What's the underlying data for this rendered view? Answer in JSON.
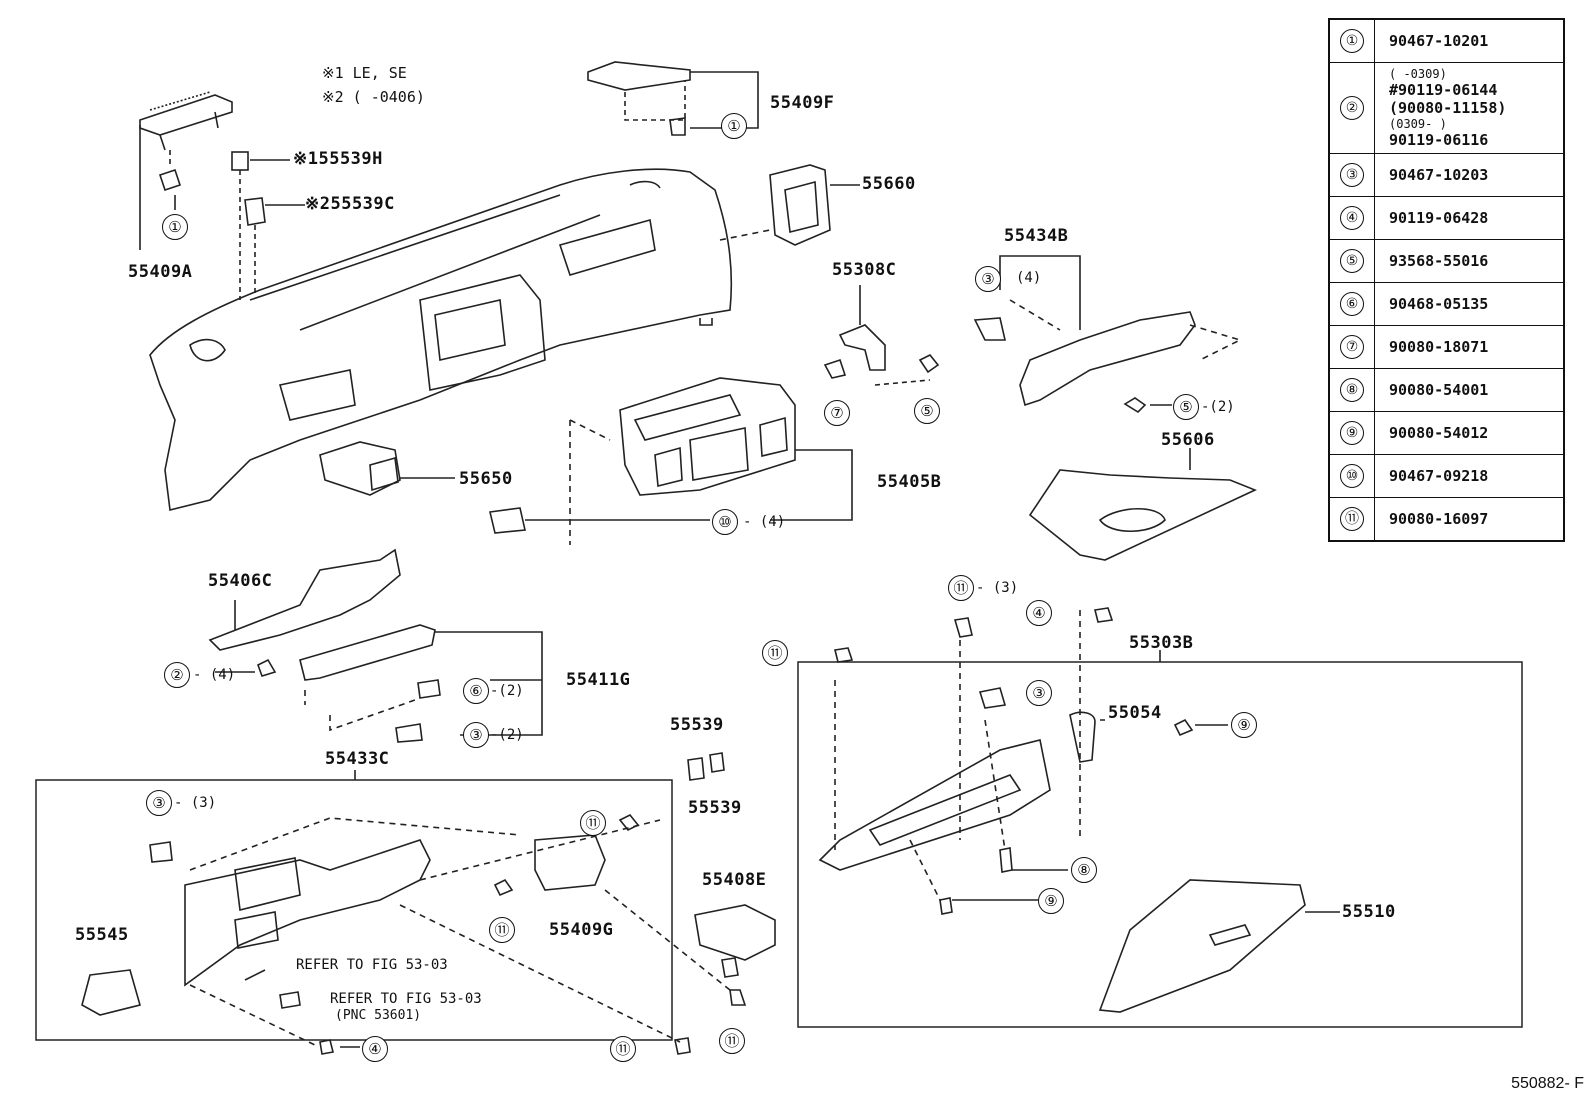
{
  "notes": {
    "note1": "※1 LE, SE",
    "note2": "※2 (      -0406)"
  },
  "part_labels": {
    "p55409F": "55409F",
    "p55539H": "※155539H",
    "p55539C": "※255539C",
    "p55409A": "55409A",
    "p55660": "55660",
    "p55434B": "55434B",
    "p55308C": "55308C",
    "p55606": "55606",
    "p55650": "55650",
    "p55405B": "55405B",
    "p55406C": "55406C",
    "p55411G": "55411G",
    "p55303B": "55303B",
    "p55054": "55054",
    "p55539a": "55539",
    "p55539b": "55539",
    "p55433C": "55433C",
    "p55545": "55545",
    "p55409G": "55409G",
    "p55408E": "55408E",
    "p55510": "55510"
  },
  "refs": {
    "ref1": "REFER TO FIG 53-03",
    "ref2": "REFER TO FIG 53-03",
    "ref2_sub": "(PNC 53601)"
  },
  "callouts": {
    "c1a": "①",
    "c1b": "①",
    "c2": "②",
    "c3a": "③",
    "c3b": "③",
    "c3c": "③",
    "c3d": "③",
    "c4a": "④",
    "c4b": "④",
    "c5a": "⑤",
    "c5b": "⑤",
    "c6": "⑥",
    "c7": "⑦",
    "c8": "⑧",
    "c9a": "⑨",
    "c9b": "⑨",
    "c10": "⑩",
    "c11a": "⑪",
    "c11b": "⑪",
    "c11c": "⑪",
    "c11d": "⑪",
    "c11e": "⑪",
    "c11f": "⑪"
  },
  "quantities": {
    "q3a": "(4)",
    "q5b": "-(2)",
    "q10": "- (4)",
    "q2": "- (4)",
    "q6": "-(2)",
    "q3c": "-(2)",
    "q11a": "- (3)",
    "q3d": "- (3)"
  },
  "legend": [
    {
      "num": "①",
      "lines": [
        "90467-10201"
      ]
    },
    {
      "num": "②",
      "lines": [
        "(      -0309)",
        "#90119-06144",
        "(90080-11158)",
        "(0309-      )",
        "90119-06116"
      ]
    },
    {
      "num": "③",
      "lines": [
        "90467-10203"
      ]
    },
    {
      "num": "④",
      "lines": [
        "90119-06428"
      ]
    },
    {
      "num": "⑤",
      "lines": [
        "93568-55016"
      ]
    },
    {
      "num": "⑥",
      "lines": [
        "90468-05135"
      ]
    },
    {
      "num": "⑦",
      "lines": [
        "90080-18071"
      ]
    },
    {
      "num": "⑧",
      "lines": [
        "90080-54001"
      ]
    },
    {
      "num": "⑨",
      "lines": [
        "90080-54012"
      ]
    },
    {
      "num": "⑩",
      "lines": [
        "90467-09218"
      ]
    },
    {
      "num": "⑪",
      "lines": [
        "90080-16097"
      ]
    }
  ],
  "figure_id": "550882- F"
}
